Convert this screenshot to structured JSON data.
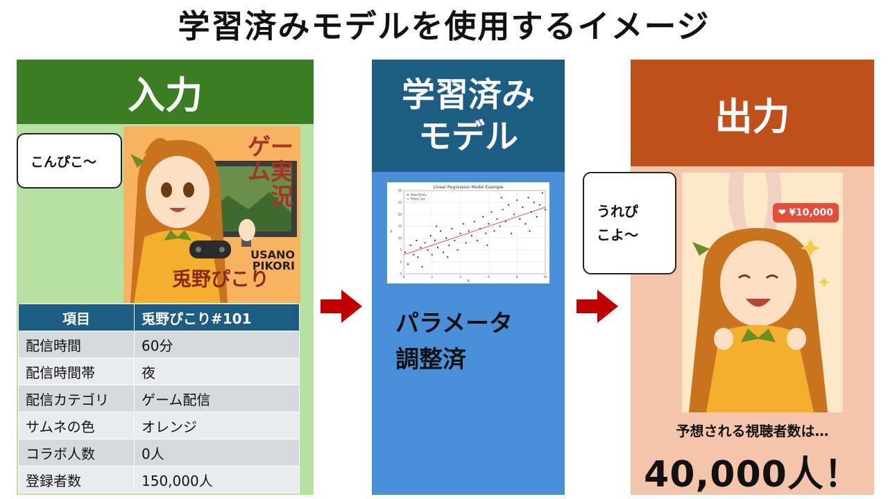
{
  "title": "学習済みモデルを使用するイメージ",
  "input": {
    "heading": "入力",
    "speech": "こんぴこ〜",
    "thumbnail": {
      "game_label": "ゲーム実況",
      "name_label": "兎野ぴこり",
      "signature": "USANO PIKORI"
    },
    "table": {
      "headers": [
        "項目",
        "兎野ぴこり#101"
      ],
      "rows": [
        [
          "配信時間",
          "60分"
        ],
        [
          "配信時間帯",
          "夜"
        ],
        [
          "配信カテゴリ",
          "ゲーム配信"
        ],
        [
          "サムネの色",
          "オレンジ"
        ],
        [
          "コラボ人数",
          "0人"
        ],
        [
          "登録者数",
          "150,000人"
        ]
      ]
    }
  },
  "model": {
    "heading_line1": "学習済み",
    "heading_line2": "モデル",
    "parameter_line1": "パラメータ",
    "parameter_line2": "調整済"
  },
  "chart_data": {
    "type": "scatter",
    "title": "Linear Regression Model Example",
    "xlabel": "X",
    "ylabel": "y",
    "xlim": [
      0,
      10
    ],
    "ylim": [
      -5,
      30
    ],
    "xticks": [
      0,
      2,
      4,
      6,
      8,
      10
    ],
    "yticks": [
      -5,
      0,
      5,
      10,
      15,
      20,
      25,
      30
    ],
    "legend": [
      "Data Points",
      "Fitted Line"
    ],
    "legend_position": "top-left",
    "grid": true,
    "points": [
      [
        0.1,
        4
      ],
      [
        0.3,
        -1
      ],
      [
        0.5,
        7
      ],
      [
        0.7,
        3
      ],
      [
        0.9,
        9
      ],
      [
        1.0,
        2
      ],
      [
        1.2,
        6
      ],
      [
        1.3,
        -2
      ],
      [
        1.5,
        8
      ],
      [
        1.7,
        5
      ],
      [
        1.9,
        11
      ],
      [
        2.0,
        3
      ],
      [
        2.2,
        9
      ],
      [
        2.4,
        6
      ],
      [
        2.6,
        13
      ],
      [
        2.8,
        4
      ],
      [
        3.0,
        10
      ],
      [
        3.2,
        7
      ],
      [
        3.4,
        14
      ],
      [
        3.6,
        9
      ],
      [
        3.8,
        5
      ],
      [
        4.0,
        12
      ],
      [
        4.2,
        16
      ],
      [
        4.4,
        8
      ],
      [
        4.6,
        13
      ],
      [
        4.8,
        11
      ],
      [
        5.0,
        17
      ],
      [
        5.2,
        9
      ],
      [
        5.4,
        14
      ],
      [
        5.6,
        19
      ],
      [
        5.8,
        12
      ],
      [
        6.0,
        16
      ],
      [
        6.2,
        21
      ],
      [
        6.4,
        13
      ],
      [
        6.6,
        18
      ],
      [
        6.8,
        15
      ],
      [
        7.0,
        22
      ],
      [
        7.2,
        17
      ],
      [
        7.4,
        24
      ],
      [
        7.6,
        12
      ],
      [
        7.8,
        20
      ],
      [
        8.0,
        26
      ],
      [
        8.2,
        18
      ],
      [
        8.4,
        23
      ],
      [
        8.6,
        16
      ],
      [
        8.8,
        27
      ],
      [
        9.0,
        21
      ],
      [
        9.2,
        25
      ],
      [
        9.4,
        19
      ],
      [
        9.6,
        24
      ],
      [
        9.8,
        29
      ],
      [
        10.0,
        22
      ],
      [
        3.1,
        2
      ],
      [
        5.9,
        7
      ],
      [
        8.9,
        13
      ],
      [
        6.9,
        27
      ],
      [
        2.3,
        15
      ]
    ],
    "fit_line": {
      "slope": 2.0,
      "intercept": 3.0
    },
    "colors": {
      "points": "#2222cc",
      "line": "#e05050"
    }
  },
  "output": {
    "heading": "出力",
    "speech_line1": "うれぴ",
    "speech_line2": "こよ〜",
    "like_badge": "¥10,000",
    "prediction_label": "予想される視聴者数は…",
    "prediction_value": "40,000人！"
  },
  "colors": {
    "input_head": "#3b7d23",
    "input_bg": "#b7e1a1",
    "model_head": "#1d5d84",
    "model_bg": "#4a90d9",
    "output_head": "#c0501a",
    "output_bg": "#f4c5aa",
    "arrow": "#c00000"
  }
}
